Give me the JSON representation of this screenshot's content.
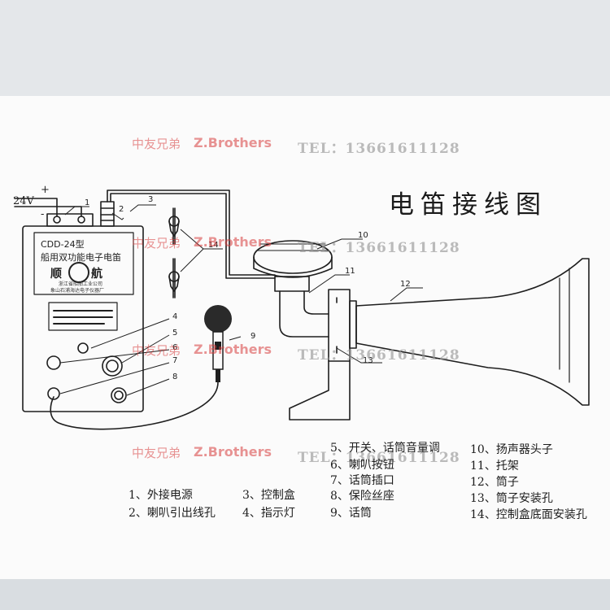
{
  "title": "电笛接线图",
  "supply": {
    "voltage": "24V",
    "plus": "+",
    "minus": "-"
  },
  "control_box": {
    "model": "CDD-24型",
    "name": "船用双功能电子电笛",
    "logo_left": "顺",
    "logo_right": "航",
    "maker_1": "浙江省船舶工业公司",
    "maker_2": "象山石浦海达电子仪器厂"
  },
  "callouts": [
    "1",
    "2",
    "3",
    "4",
    "5",
    "6",
    "7",
    "8",
    "9",
    "10",
    "11",
    "12",
    "13",
    "14"
  ],
  "legend": {
    "col1": [
      "1、外接电源",
      "2、喇叭引出线孔"
    ],
    "col2": [
      "3、控制盒",
      "4、指示灯"
    ],
    "col3": [
      "5、开关、话筒音量调",
      "6、喇叭按钮",
      "7、话筒插口",
      "8、保险丝座",
      "9、话筒"
    ],
    "col4": [
      "10、扬声器头子",
      "11、托架",
      "12、筒子",
      "13、筒子安装孔",
      "14、控制盒底面安装孔"
    ]
  },
  "watermark": {
    "cn": "中友兄弟",
    "en": "Z.Brothers",
    "tel": "TEL：13661611128"
  },
  "colors": {
    "paper": "#fbfbfb",
    "background": "#e4e7ea",
    "line": "#1e1e1e",
    "watermark_red": "#d73c3c"
  }
}
